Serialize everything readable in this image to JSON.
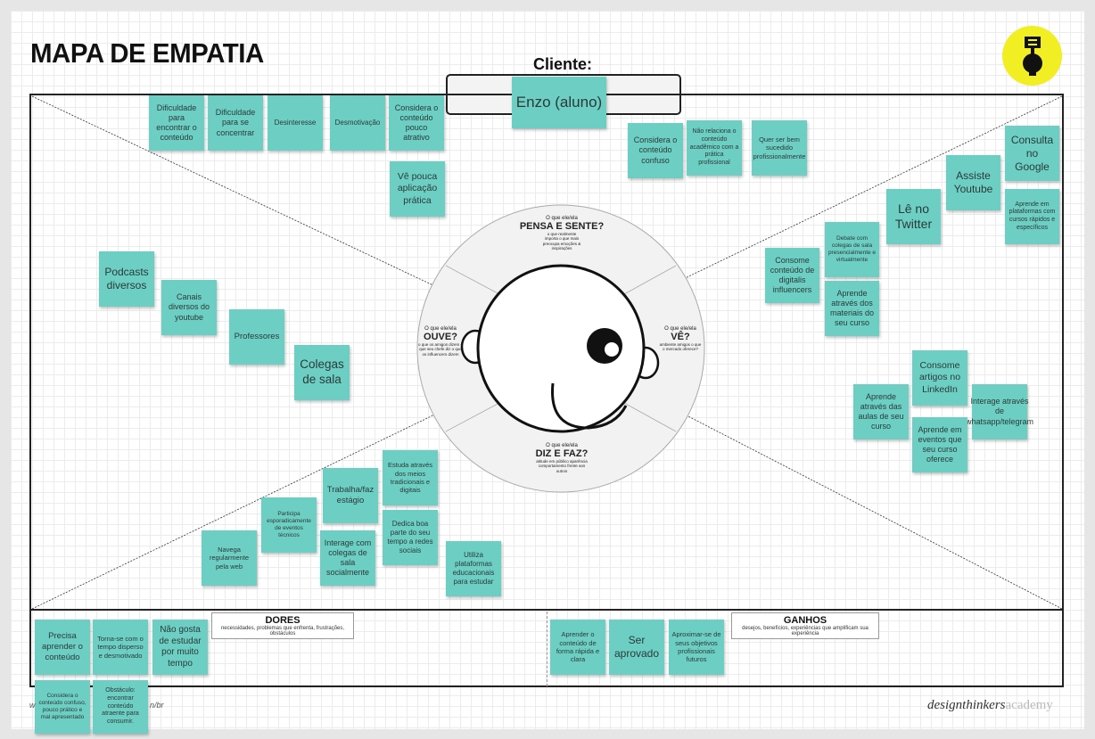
{
  "title": "MAPA DE EMPATIA",
  "client": {
    "label": "Cliente:",
    "name": "Enzo (aluno)"
  },
  "center": {
    "pensa": {
      "q": "O que ele/ela",
      "h": "PENSA E SENTE?",
      "d": "o que realmente importa o que mais preocupa emoções & inspirações"
    },
    "ouve": {
      "q": "O que ele/ela",
      "h": "OUVE?",
      "d": "o que os amigos dizem o que seu chefe diz o que os influencers dizem"
    },
    "ve": {
      "q": "O que ele/ela",
      "h": "VÊ?",
      "d": "ambiente amigos o que o mercado oferece?"
    },
    "diz": {
      "q": "O que ele/ela",
      "h": "DIZ E FAZ?",
      "d": "atitude em público aparência comportamento frente aos outros"
    }
  },
  "dores": {
    "title": "DORES",
    "desc": "necessidades, problemas que enfrenta, frustrações, obstáculos"
  },
  "ganhos": {
    "title": "GANHOS",
    "desc": "desejos, benefícios, experiências que amplificam sua experiência"
  },
  "footer": {
    "brand_a": "design",
    "brand_b": "thinkers",
    "brand_c": "academy",
    "url_left": "w",
    "url_right": "n/br"
  },
  "stickies": [
    {
      "id": "s1",
      "text": "Dificuldade para encontrar o conteúdo"
    },
    {
      "id": "s2",
      "text": "Dificuldade para se concentrar"
    },
    {
      "id": "s3",
      "text": "Desinteresse"
    },
    {
      "id": "s4",
      "text": "Desmotivação"
    },
    {
      "id": "s5",
      "text": "Considera o conteúdo pouco atrativo"
    },
    {
      "id": "s6",
      "text": "Vê pouca aplicação prática"
    },
    {
      "id": "s7",
      "text": "Considera o conteúdo confuso"
    },
    {
      "id": "s8",
      "text": "Não relaciona o conteúdo acadêmico com a prática profissional"
    },
    {
      "id": "s9",
      "text": "Quer ser bem sucedido profissionalmente"
    },
    {
      "id": "s10",
      "text": "Consulta no Google"
    },
    {
      "id": "s11",
      "text": "Assiste Youtube"
    },
    {
      "id": "s12",
      "text": "Lê no Twitter"
    },
    {
      "id": "s13",
      "text": "Aprende em plataformas com cursos rápidos e específicos"
    },
    {
      "id": "s14",
      "text": "Debate com colegas de sala presencialmente e virtualmente"
    },
    {
      "id": "s15",
      "text": "Consome conteúdo de digitalis influencers"
    },
    {
      "id": "s16",
      "text": "Aprende através dos materiais do seu curso"
    },
    {
      "id": "s17",
      "text": "Podcasts diversos"
    },
    {
      "id": "s18",
      "text": "Canais diversos do youtube"
    },
    {
      "id": "s19",
      "text": "Professores"
    },
    {
      "id": "s20",
      "text": "Colegas de sala"
    },
    {
      "id": "s21",
      "text": "Consome artigos no LinkedIn"
    },
    {
      "id": "s22",
      "text": "Aprende através das aulas de seu curso"
    },
    {
      "id": "s23",
      "text": "Interage através de whatsapp/telegram"
    },
    {
      "id": "s24",
      "text": "Aprende em eventos que seu curso oferece"
    },
    {
      "id": "s25",
      "text": "Estuda através dos meios tradicionais e digitais"
    },
    {
      "id": "s26",
      "text": "Trabalha/faz estágio"
    },
    {
      "id": "s27",
      "text": "Participa esporadicamente de eventos técnicos"
    },
    {
      "id": "s28",
      "text": "Dedica boa parte do seu tempo a redes sociais"
    },
    {
      "id": "s29",
      "text": "Interage com colegas de sala socialmente"
    },
    {
      "id": "s30",
      "text": "Navega regularmente pela web"
    },
    {
      "id": "s31",
      "text": "Utiliza plataformas educacionais para estudar"
    },
    {
      "id": "s32",
      "text": "Precisa aprender o conteúdo"
    },
    {
      "id": "s33",
      "text": "Torna-se com o tempo disperso e desmotivado"
    },
    {
      "id": "s34",
      "text": "Não gosta de estudar por muito tempo"
    },
    {
      "id": "s35",
      "text": "Considera o conteúdo confuso, pouco prático e mal apresentado"
    },
    {
      "id": "s36",
      "text": "Obstáculo: encontrar conteúdo atraente para consumir."
    },
    {
      "id": "s37",
      "text": "Aprender o conteúdo de forma rápida e clara"
    },
    {
      "id": "s38",
      "text": "Ser aprovado"
    },
    {
      "id": "s39",
      "text": "Aproximar-se de seus objetivos profissionais futuros"
    }
  ],
  "colors": {
    "sticky": "#6dcfc4",
    "logo": "#f1ee23"
  }
}
